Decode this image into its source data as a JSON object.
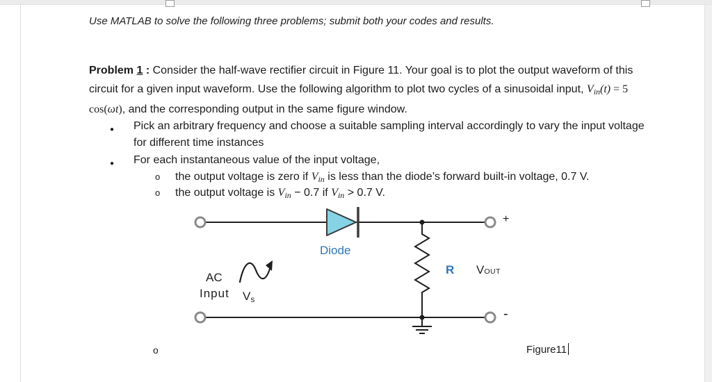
{
  "doc": {
    "instruction": "Use MATLAB to solve the following three problems; submit both your codes and results.",
    "problem": {
      "label": "Problem",
      "number": "1",
      "sep": ":",
      "body_1": "Consider the half-wave rectifier circuit in Figure 11. Your goal is to plot the output waveform of this circuit for a given input waveform. Use the following algorithm to plot two cycles of a sinusoidal input,",
      "math_v": "V",
      "math_vsub": "in",
      "math_t": "(t)",
      "math_eq": " = 5 cos(",
      "math_wt": "ωt",
      "math_close": ")",
      "body_2": ", and the corresponding output in the same figure window."
    },
    "bullets": {
      "marker": "●",
      "sub_marker": "o",
      "v": "V",
      "vsub": "in",
      "b1": "Pick an arbitrary frequency and choose a suitable sampling interval accordingly to vary the input voltage for different time instances",
      "b2": "For each instantaneous value of the input voltage,",
      "s1_pre": "the output voltage is zero if",
      "s1_post": "is less than the diode’s forward built-in voltage, 0.7 V.",
      "s2_pre": "the output voltage is",
      "s2_mid": "− 0.7 if",
      "s2_post": "> 0.7 V."
    },
    "circuit": {
      "diode_label": "Diode",
      "ac_line1": "AC",
      "ac_line2": "Input",
      "vs_v": "V",
      "vs_sub": "s",
      "r_label": "R",
      "vout_v": "V",
      "vout_sub": "OUT",
      "plus": "+",
      "minus": "-"
    },
    "figure": {
      "caption": "Figure11",
      "stray_marker": "o"
    },
    "colors": {
      "blue_label": "#2E75B6",
      "diode_fill": "#85D3E4",
      "wire": "#1F1F1F",
      "terminal": "#8A8A8A"
    }
  }
}
